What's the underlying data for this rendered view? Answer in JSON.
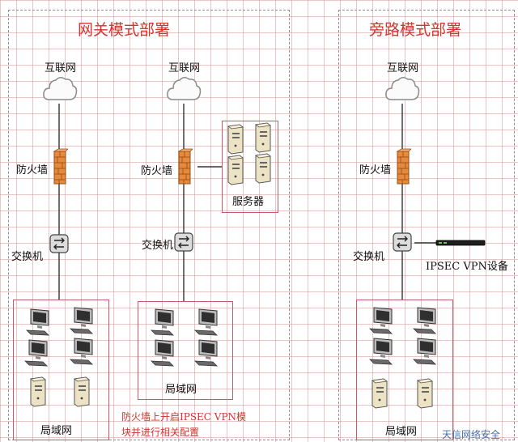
{
  "sections": {
    "gateway_title": "网关模式部署",
    "bypass_title": "旁路模式部署"
  },
  "labels": {
    "internet": "互联网",
    "firewall": "防火墙",
    "switch": "交换机",
    "server": "服务器",
    "lan": "局域网",
    "ipsec_device": "IPSEC VPN设备"
  },
  "note": {
    "line1": "防火墙上开启IPSEC VPN模",
    "line2": "块并进行相关配置"
  },
  "watermark": "天信网络安全",
  "icons": {
    "cloud": "cloud-icon",
    "firewall": "firewall-icon",
    "switch": "switch-icon",
    "pc": "desktop-computer-icon",
    "server": "server-tower-icon",
    "vpn": "ipsec-vpn-device-icon"
  },
  "colors": {
    "title": "#d2342e",
    "grid": "#d69696",
    "box_border": "#c55a6a",
    "firewall": "#e58a3a"
  }
}
